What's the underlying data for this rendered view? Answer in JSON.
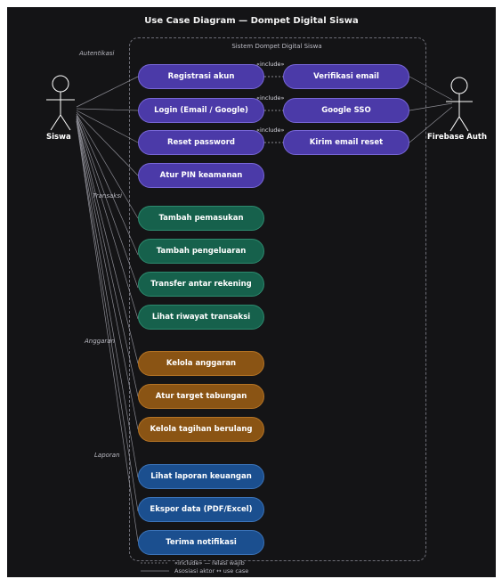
{
  "title": "Use Case Diagram — Dompet Digital Siswa",
  "system_boundary": "Sistem Dompet Digital Siswa",
  "actors": {
    "primary": "Siswa",
    "secondary": "Firebase Auth"
  },
  "groups": {
    "auth": "Autentikasi",
    "trans": "Transaksi",
    "budget": "Anggaran",
    "report": "Laporan"
  },
  "use_cases": {
    "register": "Registrasi akun",
    "verify_email": "Verifikasi email",
    "login": "Login (Email / Google)",
    "google_sso": "Google SSO",
    "reset_password": "Reset password",
    "send_reset_email": "Kirim email reset",
    "set_pin": "Atur PIN keamanan",
    "add_income": "Tambah pemasukan",
    "add_expense": "Tambah pengeluaran",
    "transfer": "Transfer antar rekening",
    "history": "Lihat riwayat transaksi",
    "manage_budget": "Kelola anggaran",
    "savings_target": "Atur target tabungan",
    "recurring_bills": "Kelola tagihan berulang",
    "financial_report": "Lihat laporan keuangan",
    "export_data": "Ekspor data (PDF/Excel)",
    "notifications": "Terima notifikasi"
  },
  "include_label": "«include»",
  "legend": {
    "include": "«include» — relasi wajib",
    "association": "Asosiasi aktor ↔ use case"
  },
  "colors": {
    "auth": "#4b3aa8",
    "trans": "#16614c",
    "budget": "#8a5414",
    "report": "#1b4f8f",
    "background": "#141416"
  }
}
